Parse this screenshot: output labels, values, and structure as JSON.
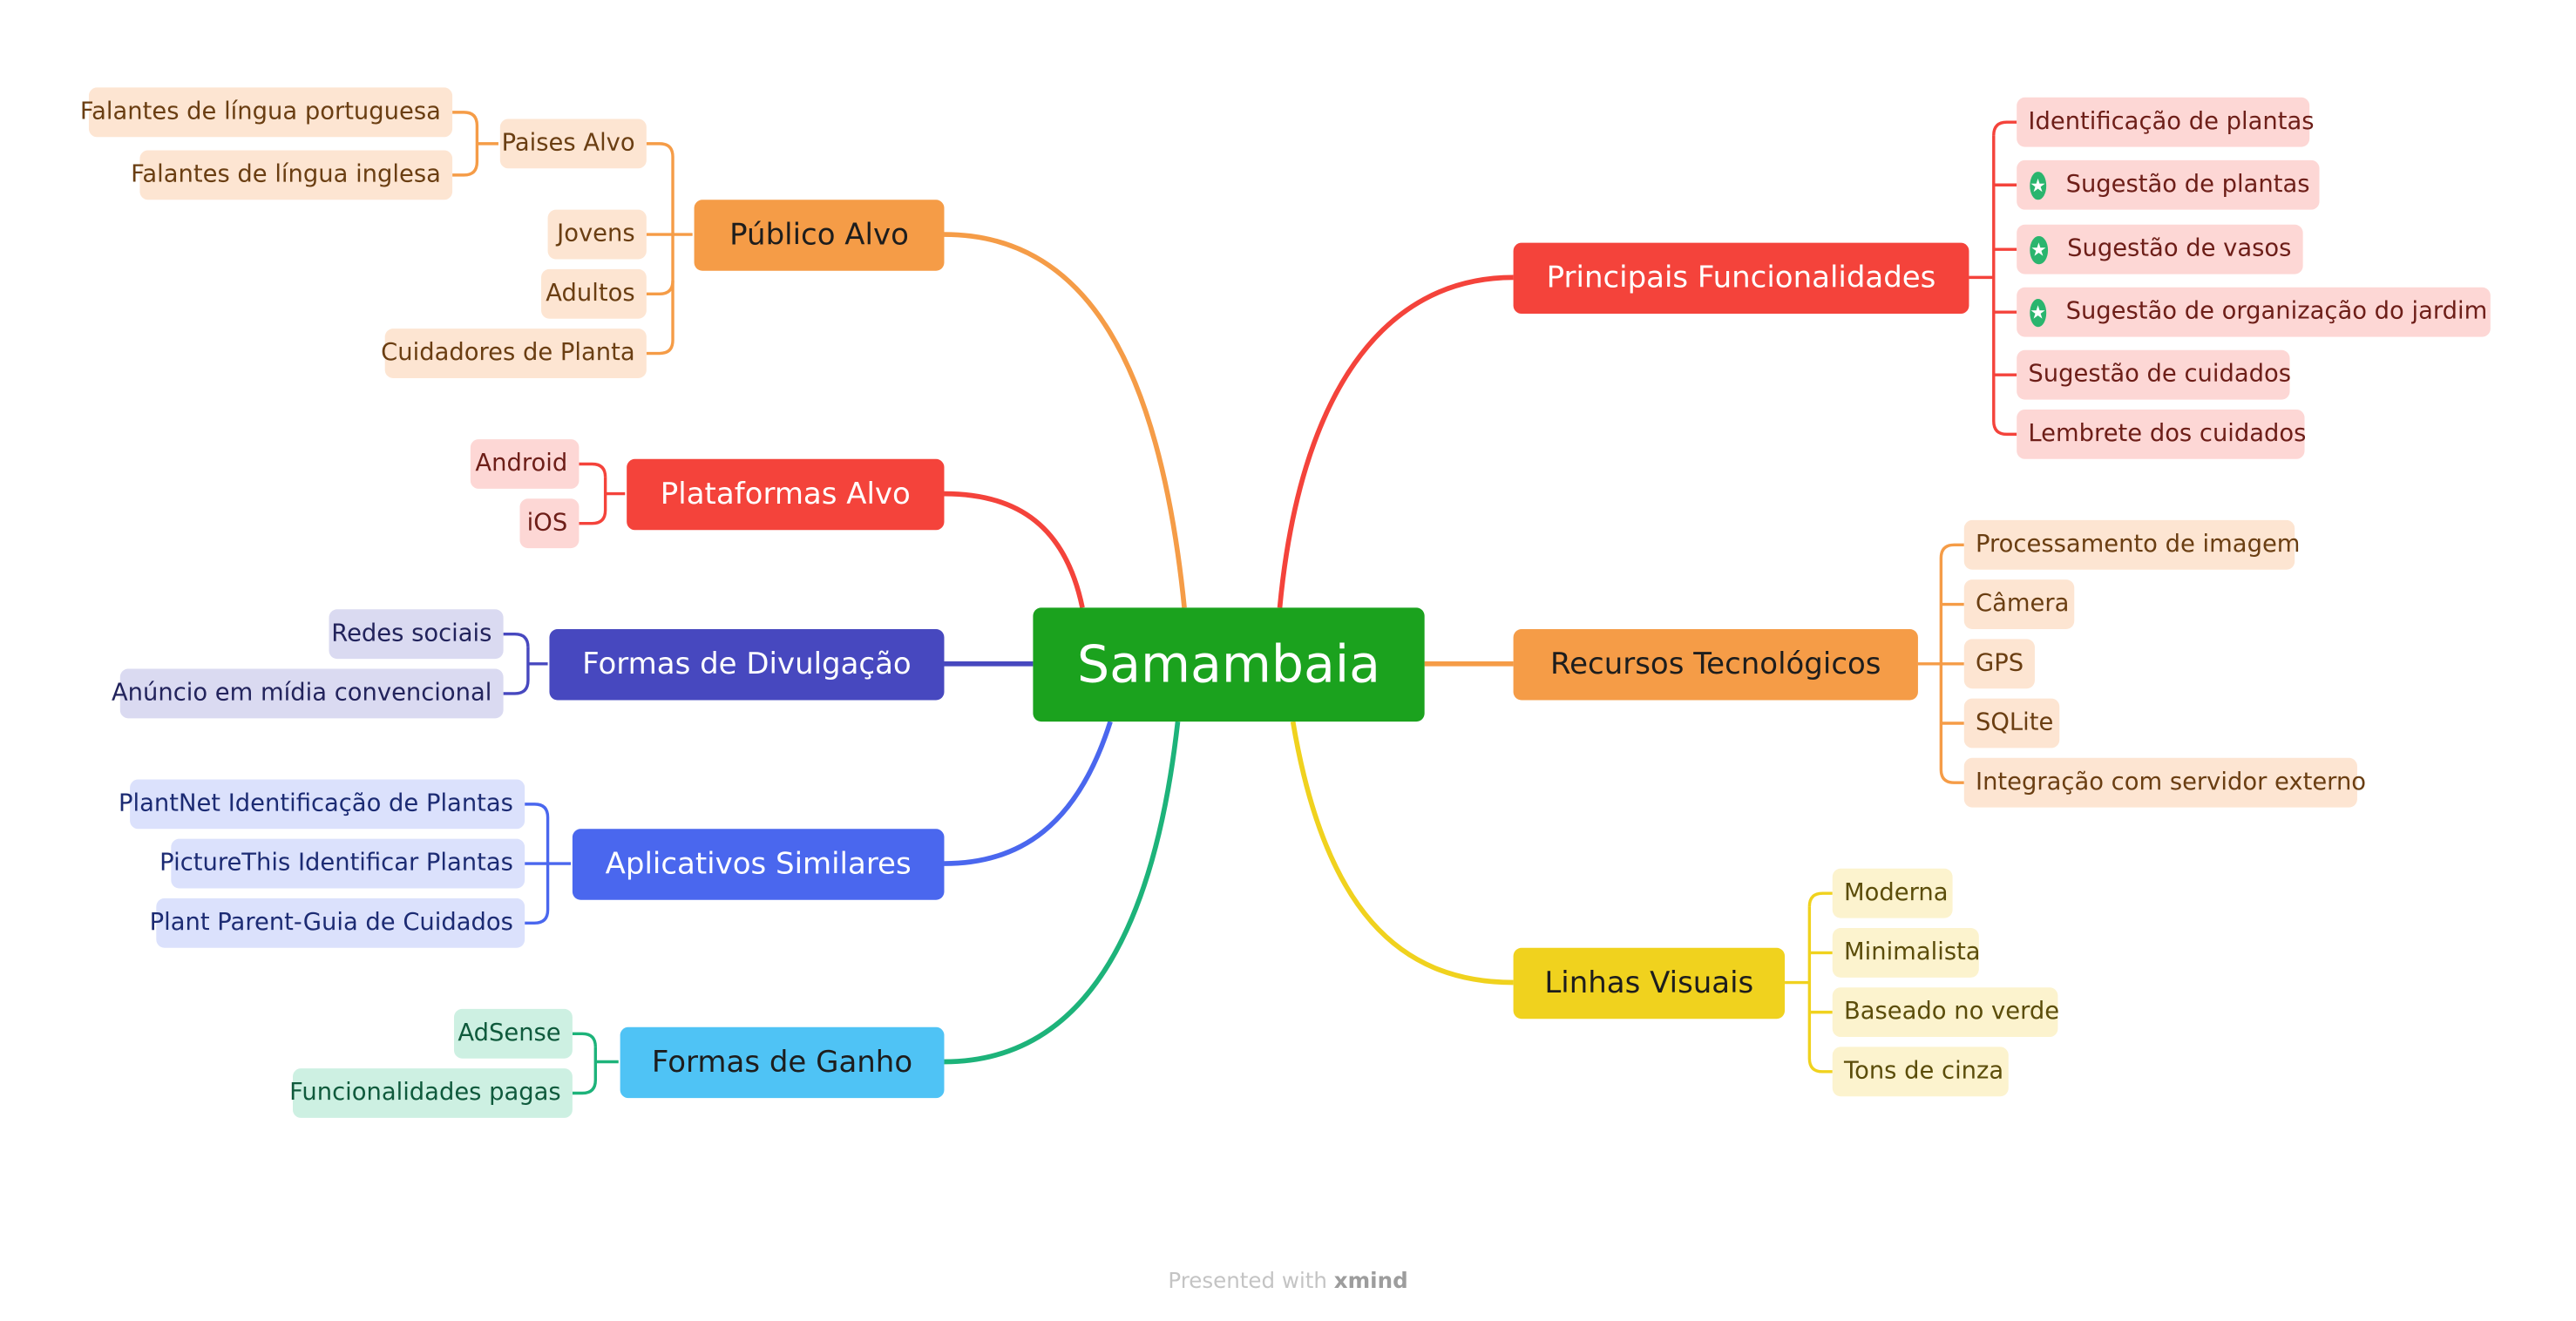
{
  "root": {
    "label": "Samambaia"
  },
  "footer": {
    "prefix": "Presented with",
    "brand": "xmind"
  },
  "colors": {
    "root": "#1ba21e",
    "publico": "#f59c47",
    "plataformas": "#f4433b",
    "divulgacao": "#4748bf",
    "similares": "#4a67ee",
    "ganho": "#4fc3f5",
    "funcionalidades": "#f4433b",
    "recursos": "#f59c47",
    "visuais": "#f0d21e"
  },
  "branches": {
    "publico_alvo": {
      "label": "Público Alvo",
      "paises": {
        "label": "Paises Alvo",
        "items": [
          "Falantes de língua portuguesa",
          "Falantes de língua inglesa"
        ]
      },
      "items": [
        "Jovens",
        "Adultos",
        "Cuidadores de Planta"
      ]
    },
    "plataformas_alvo": {
      "label": "Plataformas Alvo",
      "items": [
        "Android",
        "iOS"
      ]
    },
    "formas_divulgacao": {
      "label": "Formas de Divulgação",
      "items": [
        "Redes sociais",
        "Anúncio em mídia convencional"
      ]
    },
    "aplicativos_similares": {
      "label": "Aplicativos Similares",
      "items": [
        "PlantNet Identificação de Plantas",
        "PictureThis Identificar Plantas",
        "Plant Parent-Guia de Cuidados"
      ]
    },
    "formas_ganho": {
      "label": "Formas de Ganho",
      "items": [
        "AdSense",
        "Funcionalidades pagas"
      ]
    },
    "principais_funcionalidades": {
      "label": "Principais Funcionalidades",
      "items": [
        "Identificação de plantas",
        "Sugestão de plantas",
        "Sugestão de vasos",
        "Sugestão de organização do jardim",
        "Sugestão de cuidados",
        "Lembrete dos cuidados"
      ],
      "starred_icon": "star-badge-icon"
    },
    "recursos_tecnologicos": {
      "label": "Recursos Tecnológicos",
      "items": [
        "Processamento de imagem",
        "Câmera",
        "GPS",
        "SQLite",
        "Integração com servidor externo"
      ]
    },
    "linhas_visuais": {
      "label": "Linhas Visuais",
      "items": [
        "Moderna",
        "Minimalista",
        "Baseado no verde",
        "Tons de cinza"
      ]
    }
  }
}
